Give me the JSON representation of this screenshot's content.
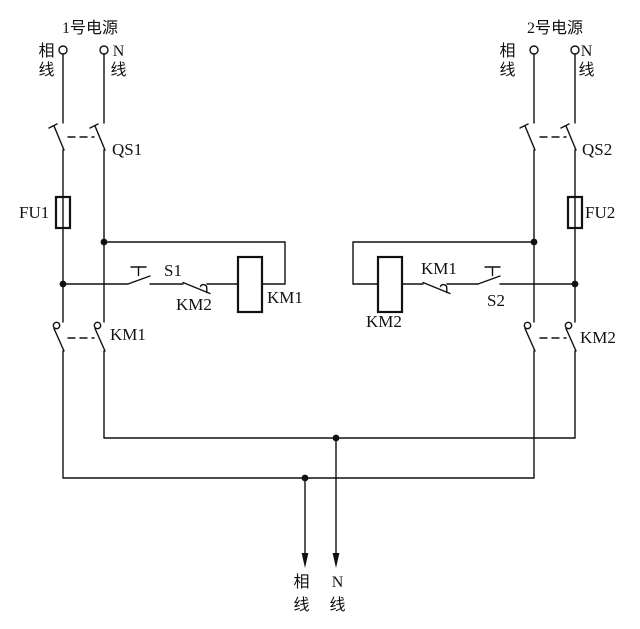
{
  "colors": {
    "line": "#111111",
    "background": "#ffffff"
  },
  "source1": {
    "title": "1号电源",
    "phase": "相线",
    "neutral": "N线"
  },
  "source2": {
    "title": "2号电源",
    "phase": "相线",
    "neutral": "N线"
  },
  "components": {
    "qs1": "QS1",
    "qs2": "QS2",
    "fu1": "FU1",
    "fu2": "FU2",
    "s1": "S1",
    "s2": "S2",
    "km1_coil": "KM1",
    "km2_coil": "KM2",
    "km1_interlock": "KM1",
    "km2_interlock": "KM2",
    "km1_main": "KM1",
    "km2_main": "KM2"
  },
  "output": {
    "phase": "相线",
    "neutral": "N线"
  }
}
